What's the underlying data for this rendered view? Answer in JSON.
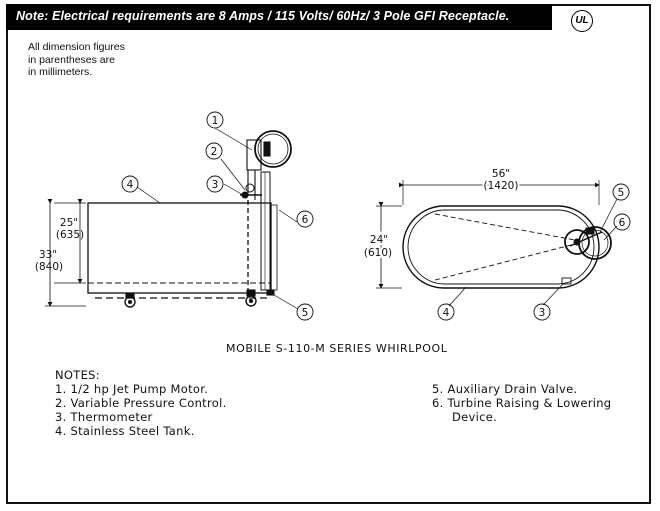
{
  "banner": {
    "text": "Note: Electrical requirements are 8 Amps / 115 Volts/ 60Hz/ 3 Pole GFI Receptacle.",
    "logo": "UL"
  },
  "dimension_note": [
    "All dimension figures",
    "in parentheses are",
    "in millimeters."
  ],
  "side_view": {
    "height_inner": "25\"",
    "height_inner_mm": "(635)",
    "height_total": "33\"",
    "height_total_mm": "(840)",
    "callouts": [
      "1",
      "2",
      "3",
      "4",
      "5",
      "6"
    ]
  },
  "top_view": {
    "length": "56\"",
    "length_mm": "(1420)",
    "width": "24\"",
    "width_mm": "(610)",
    "callouts": [
      "3",
      "4",
      "5",
      "6"
    ]
  },
  "caption": "MOBILE S-110-M SERIES WHIRLPOOL",
  "notes": {
    "heading": "NOTES:",
    "left": [
      "1. 1/2 hp Jet Pump Motor.",
      "2. Variable Pressure Control.",
      "3. Thermometer",
      "4. Stainless Steel Tank."
    ],
    "right": [
      "5. Auxiliary Drain Valve.",
      "6. Turbine Raising & Lowering"
    ],
    "right_cont": "Device."
  }
}
